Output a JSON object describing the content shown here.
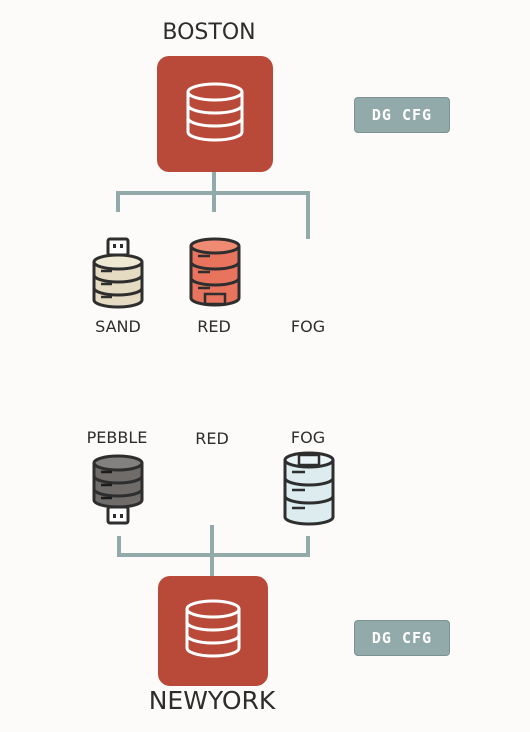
{
  "top": {
    "site": "BOSTON",
    "config_badge": "DG CFG",
    "nodes": [
      {
        "label": "SAND"
      },
      {
        "label": "RED"
      },
      {
        "label": "FOG"
      }
    ]
  },
  "bottom": {
    "site": "NEWYORK",
    "config_badge": "DG CFG",
    "nodes": [
      {
        "label": "PEBBLE"
      },
      {
        "label": "RED"
      },
      {
        "label": "FOG"
      }
    ]
  },
  "colors": {
    "primary_db": "#b94a3a",
    "connector": "#93aaab",
    "sand": "#e4dbc2",
    "red": "#e8745e",
    "pebble": "#6f6c6a",
    "fog": "#dcecef"
  }
}
